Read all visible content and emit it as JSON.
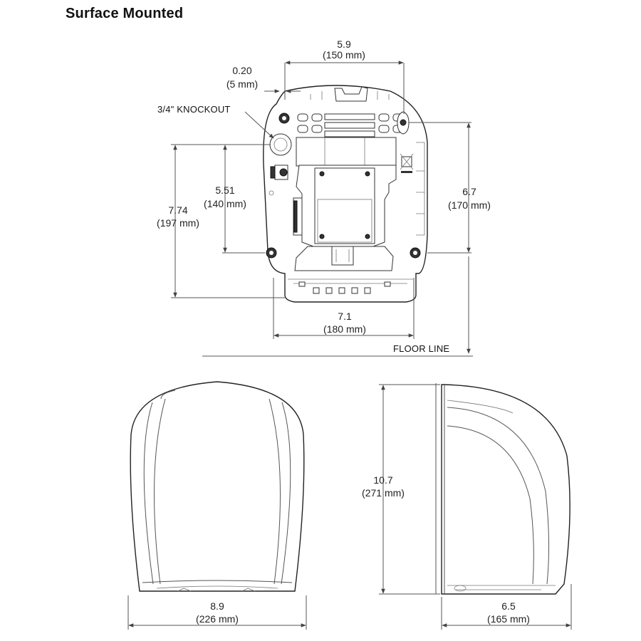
{
  "title": "Surface Mounted",
  "dimensions": {
    "top_width": {
      "in": "5.9",
      "mm": "(150 mm)"
    },
    "offset": {
      "in": "0.20",
      "mm": "(5 mm)"
    },
    "knockout": "3/4\" KNOCKOUT",
    "hole_spacing": {
      "in": "5.51",
      "mm": "(140 mm)"
    },
    "overall_mount": {
      "in": "7.74",
      "mm": "(197 mm)"
    },
    "right_height": {
      "in": "6.7",
      "mm": "(170 mm)"
    },
    "bottom_width": {
      "in": "7.1",
      "mm": "(180 mm)"
    },
    "floor_line": "FLOOR LINE",
    "front_width": {
      "in": "8.9",
      "mm": "(226 mm)"
    },
    "side_height": {
      "in": "10.7",
      "mm": "(271 mm)"
    },
    "side_depth": {
      "in": "6.5",
      "mm": "(165 mm)"
    }
  }
}
